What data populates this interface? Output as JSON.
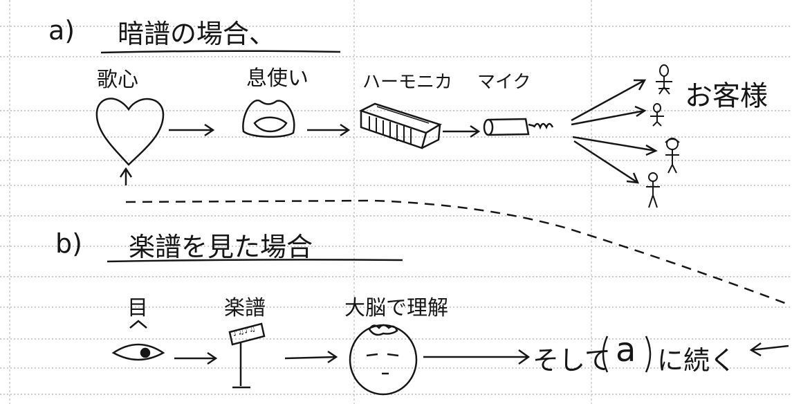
{
  "section_a": {
    "marker": "a)",
    "title": "暗譜の場合、",
    "labels": {
      "heart": "歌心",
      "breath": "息使い",
      "harmonica": "ハーモニカ",
      "mic": "マイク",
      "audience": "お客様"
    }
  },
  "section_b": {
    "marker": "b)",
    "title": "楽譜を見た場合",
    "labels": {
      "eye": "目",
      "score": "楽譜",
      "brain": "大脳で理解"
    },
    "score_sign": "♪♫♪♫",
    "conclusion": {
      "prefix": "そして",
      "ref": "a",
      "suffix": "に続く"
    }
  },
  "colors": {
    "ink": "#161616",
    "paper": "#ffffff",
    "ruled_line": "#9a9a9a"
  }
}
